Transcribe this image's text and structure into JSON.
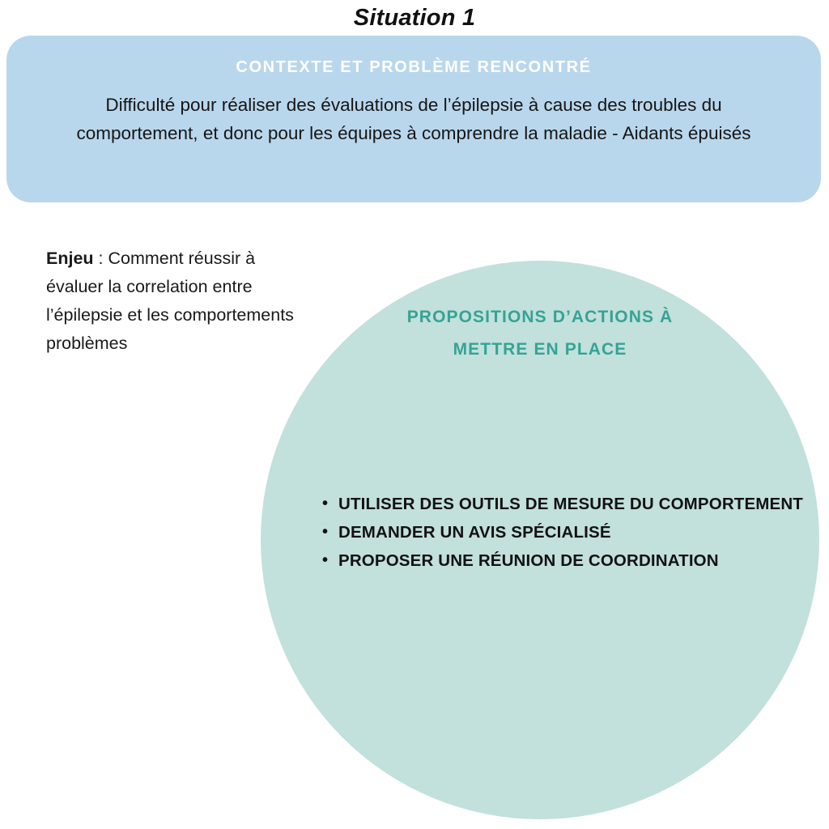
{
  "title": "Situation 1",
  "context": {
    "heading": "CONTEXTE ET PROBLÈME RENCONTRÉ",
    "body": "Difficulté pour réaliser des évaluations de l’épilepsie à cause des troubles du comportement, et donc pour les équipes à comprendre la maladie - Aidants épuisés",
    "background_color": "#b9d7ec",
    "heading_color": "#ffffff"
  },
  "enjeu": {
    "label": "Enjeu",
    "separator": " : ",
    "text": "Comment réussir à évaluer la correlation entre l’épilepsie et les comportements problèmes"
  },
  "actions": {
    "heading": "PROPOSITIONS D’ACTIONS À METTRE EN PLACE",
    "heading_color": "#35a394",
    "background_color": "#c2e0dc",
    "items": [
      "UTILISER DES OUTILS DE MESURE DU COMPORTEMENT",
      "DEMANDER UN AVIS SPÉCIALISÉ",
      "PROPOSER UNE RÉUNION DE COORDINATION"
    ]
  }
}
